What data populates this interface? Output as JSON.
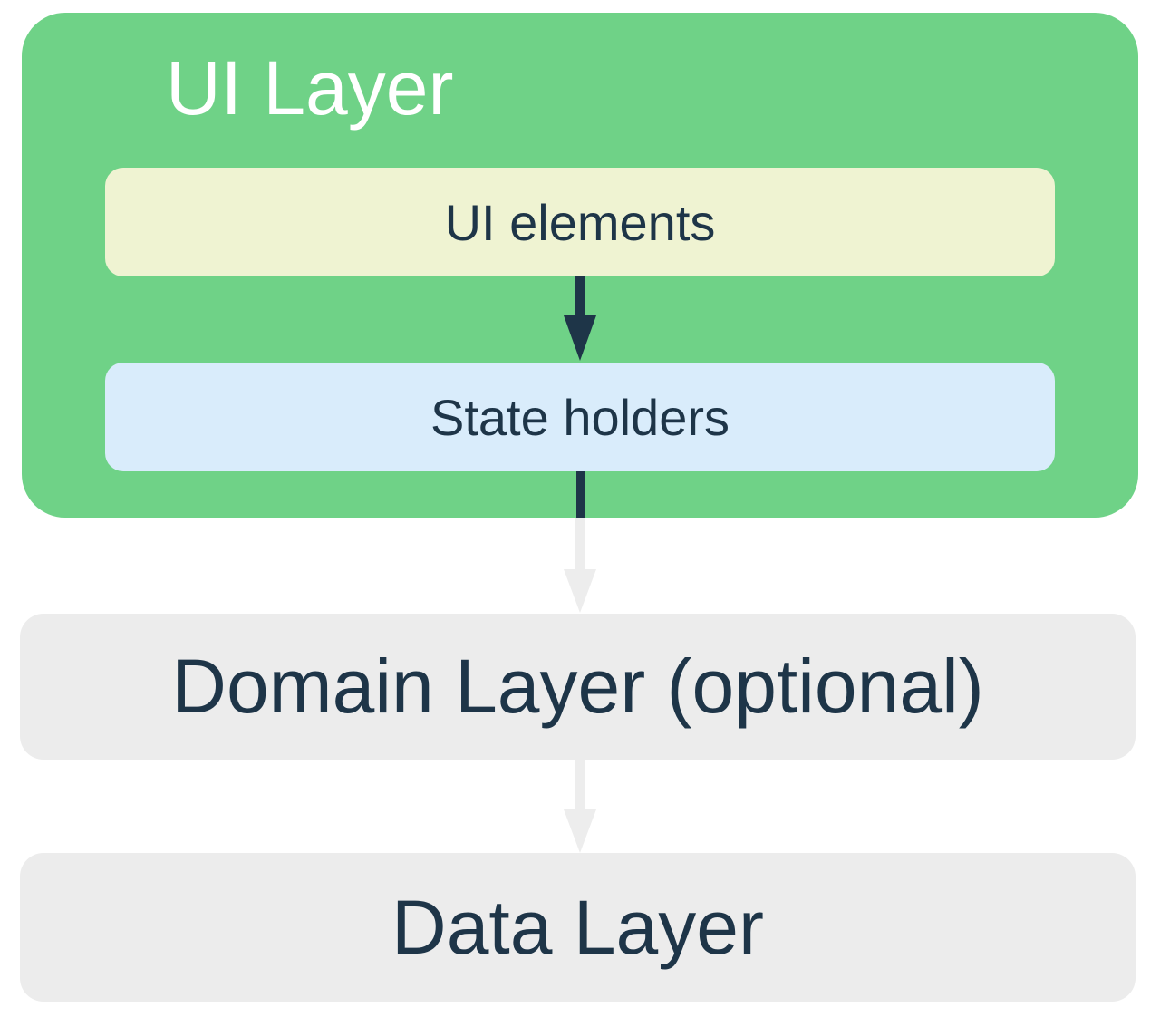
{
  "colors": {
    "green": "#6FD287",
    "cream": "#EFF3D2",
    "light-blue": "#D9ECFB",
    "gray-box": "#ECECEC",
    "light-arrow": "#EDEDED",
    "navy": "#1E3548",
    "white": "#FFFFFF"
  },
  "diagram": {
    "ui_layer": {
      "title": "UI Layer",
      "children": [
        {
          "label": "UI elements"
        },
        {
          "label": "State holders"
        }
      ]
    },
    "domain_layer": {
      "label": "Domain Layer (optional)"
    },
    "data_layer": {
      "label": "Data Layer"
    }
  }
}
